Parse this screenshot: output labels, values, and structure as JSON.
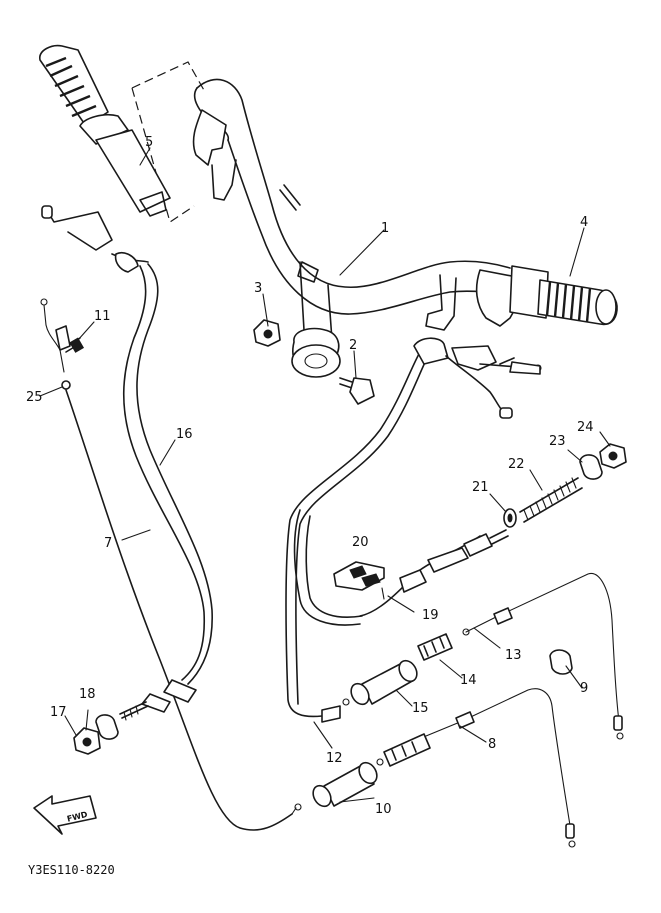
{
  "parts": [
    {
      "id": "1",
      "label": "1"
    },
    {
      "id": "2",
      "label": "2"
    },
    {
      "id": "3",
      "label": "3"
    },
    {
      "id": "4",
      "label": "4"
    },
    {
      "id": "5",
      "label": "5"
    },
    {
      "id": "7",
      "label": "7"
    },
    {
      "id": "8",
      "label": "8"
    },
    {
      "id": "9",
      "label": "9"
    },
    {
      "id": "10",
      "label": "10"
    },
    {
      "id": "11",
      "label": "11"
    },
    {
      "id": "12",
      "label": "12"
    },
    {
      "id": "13",
      "label": "13"
    },
    {
      "id": "14",
      "label": "14"
    },
    {
      "id": "15",
      "label": "15"
    },
    {
      "id": "16",
      "label": "16"
    },
    {
      "id": "17",
      "label": "17"
    },
    {
      "id": "18",
      "label": "18"
    },
    {
      "id": "19",
      "label": "19"
    },
    {
      "id": "20",
      "label": "20"
    },
    {
      "id": "21",
      "label": "21"
    },
    {
      "id": "22",
      "label": "22"
    },
    {
      "id": "23",
      "label": "23"
    },
    {
      "id": "24",
      "label": "24"
    },
    {
      "id": "25",
      "label": "25"
    }
  ],
  "direction_badge": "FWD",
  "diagram_code": "Y3ES110-8220",
  "icons": {
    "direction": "fwd-arrow-icon"
  }
}
